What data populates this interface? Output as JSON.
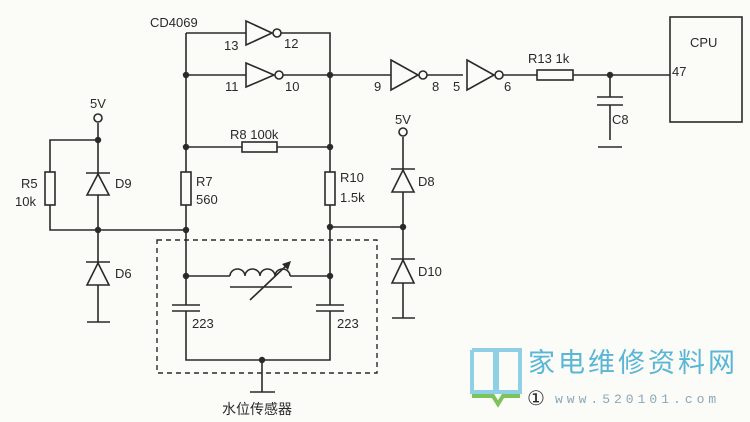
{
  "ic_label": "CD4069",
  "pins": {
    "p13": "13",
    "p12": "12",
    "p11": "11",
    "p10": "10",
    "p9": "9",
    "p8": "8",
    "p5": "5",
    "p6": "6",
    "p47": "47"
  },
  "cpu_label": "CPU",
  "components": {
    "r13": "R13  1k",
    "c8": "C8",
    "r8": "R8  100k",
    "r7_name": "R7",
    "r7_value": "560",
    "r10_name": "R10",
    "r10_value": "1.5k",
    "r5_name": "R5",
    "r5_value": "10k",
    "d9": "D9",
    "d6": "D6",
    "d8": "D8",
    "d10": "D10",
    "c_left": "223",
    "c_right": "223"
  },
  "supply_left": "5V",
  "supply_right": "5V",
  "sensor_label": "水位传感器",
  "figure_number": "①",
  "watermark": {
    "brand": "家电维修资料网",
    "url": "www.520101.com"
  }
}
